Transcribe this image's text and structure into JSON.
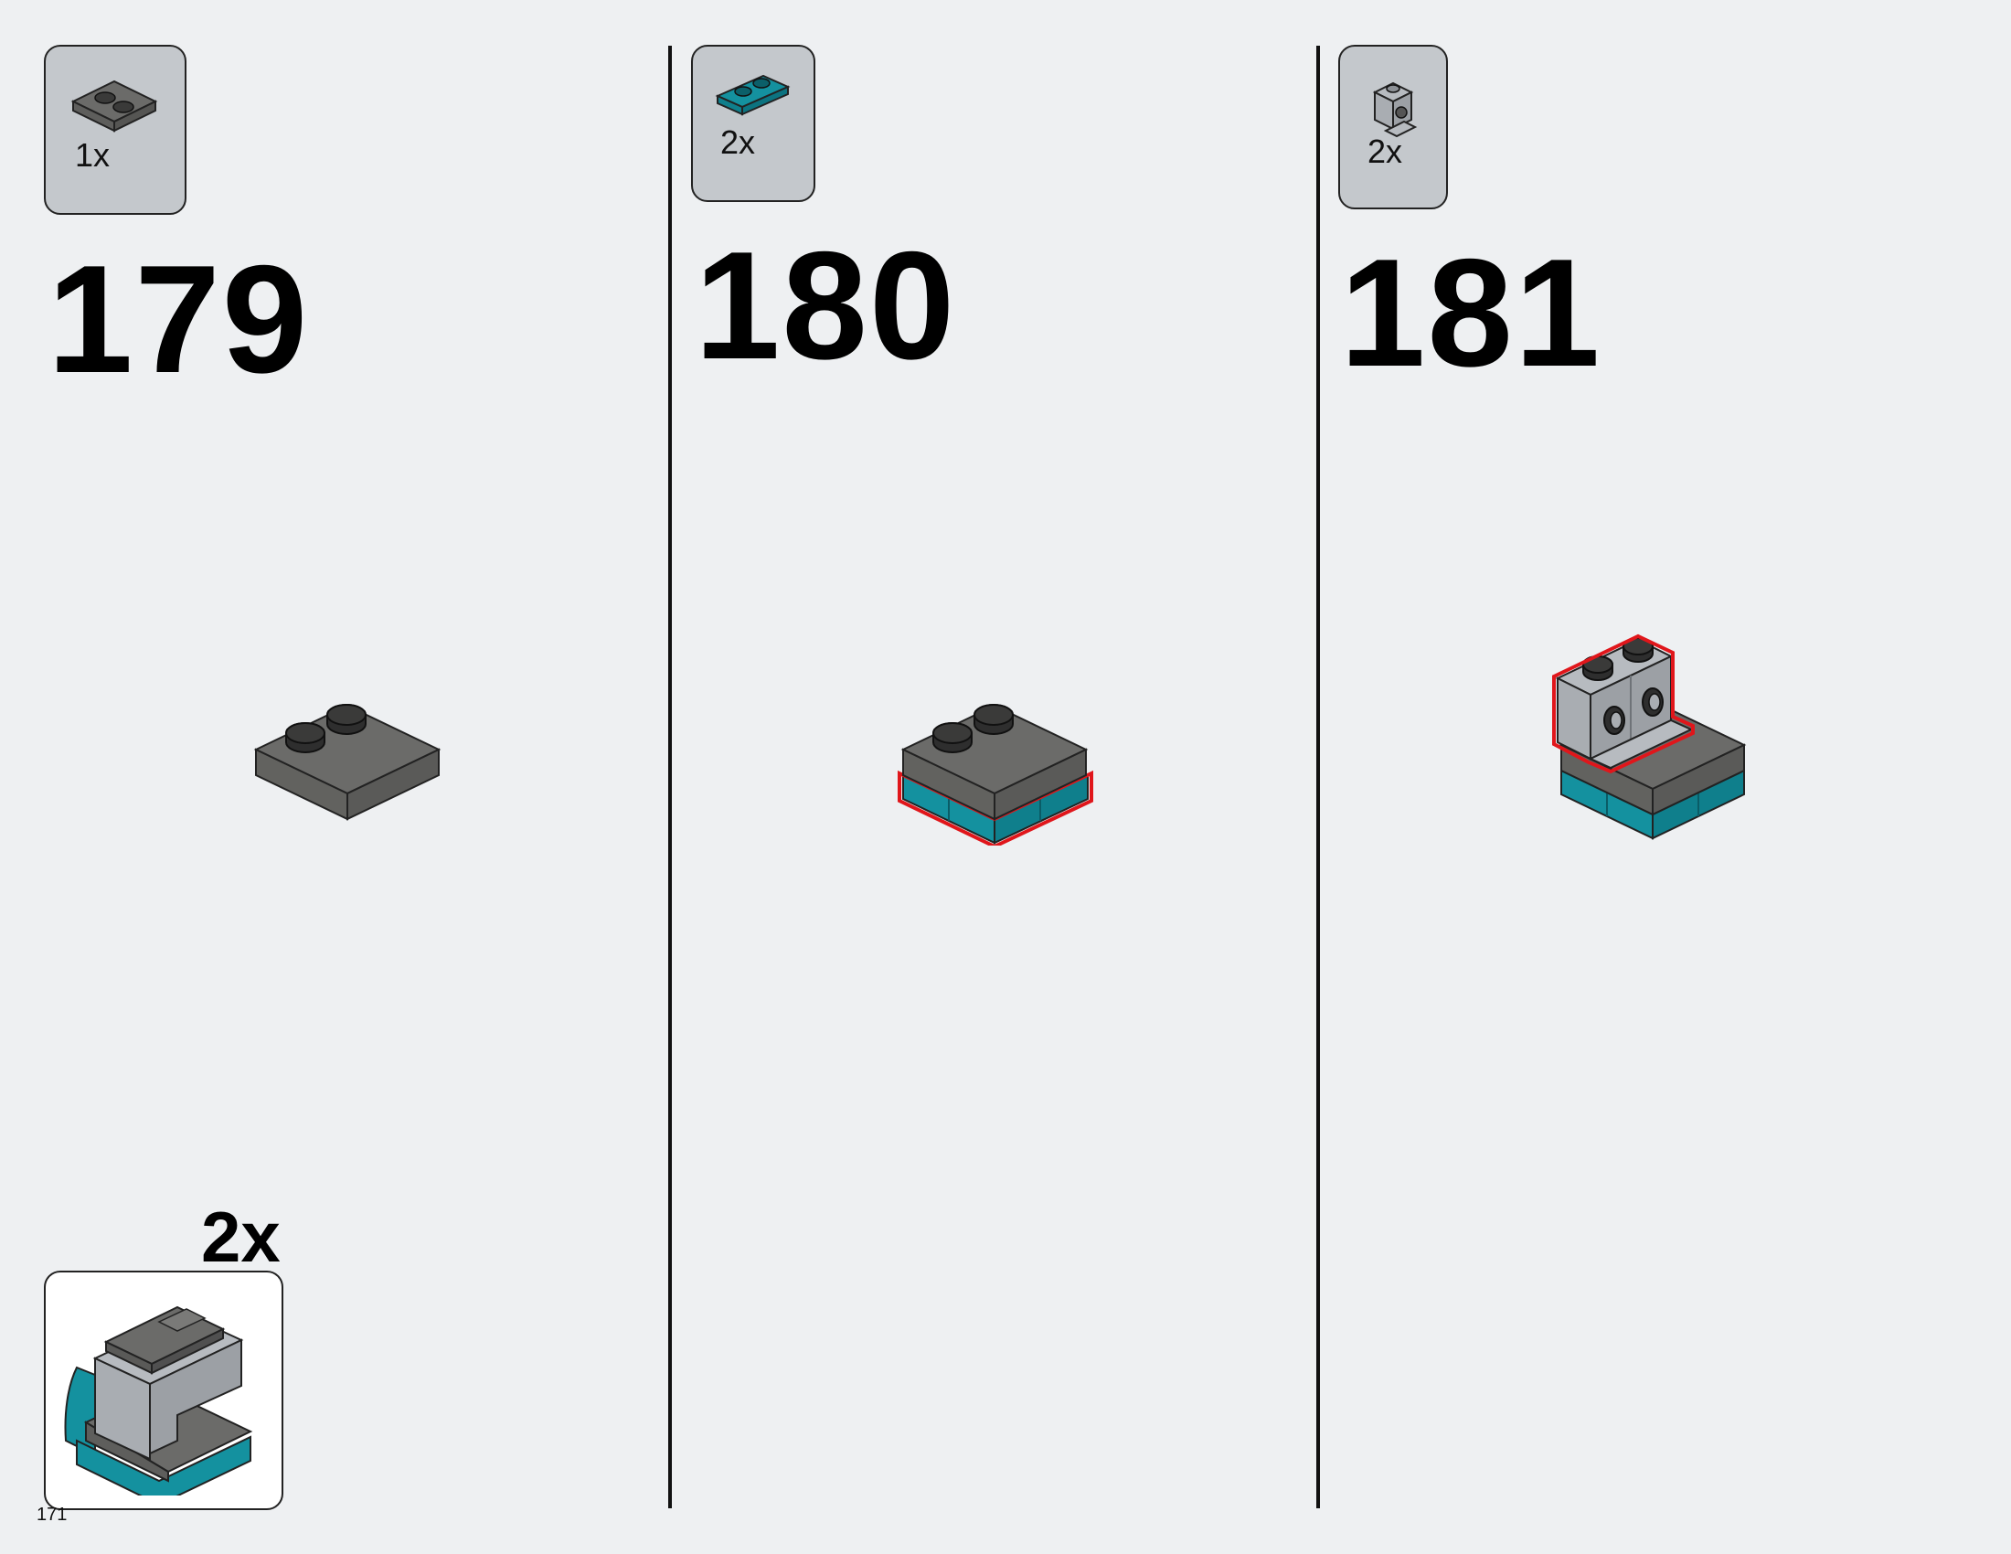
{
  "steps": [
    {
      "number": "179",
      "parts_qty": "1x",
      "part_icon": "dark-gray-plate-2x2-icon"
    },
    {
      "number": "180",
      "parts_qty": "2x",
      "part_icon": "teal-plate-1x2-icon"
    },
    {
      "number": "181",
      "parts_qty": "2x",
      "part_icon": "light-gray-bracket-icon"
    }
  ],
  "subassembly": {
    "multiplier": "2x",
    "icon": "subassembly-preview-icon"
  },
  "page_number": "171",
  "colors": {
    "background": "#eef0f2",
    "parts_box": "#c4c8cc",
    "dark_gray": "#6b6b69",
    "teal": "#14919f",
    "light_gray": "#a9adb2",
    "highlight": "#e0161b"
  }
}
